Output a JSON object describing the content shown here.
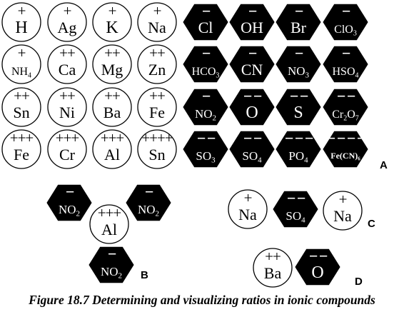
{
  "figure": {
    "caption": "Figure 18.7 Determining and visualizing ratios in ionic compounds",
    "panels": [
      {
        "label": "A"
      },
      {
        "label": "B"
      },
      {
        "label": "C"
      },
      {
        "label": "D"
      }
    ],
    "cations": [
      {
        "symbol": "H",
        "charge": "+"
      },
      {
        "symbol": "Ag",
        "charge": "+"
      },
      {
        "symbol": "K",
        "charge": "+"
      },
      {
        "symbol": "Na",
        "charge": "+"
      },
      {
        "symbol": "NH4",
        "charge": "+"
      },
      {
        "symbol": "Ca",
        "charge": "++"
      },
      {
        "symbol": "Mg",
        "charge": "++"
      },
      {
        "symbol": "Zn",
        "charge": "++"
      },
      {
        "symbol": "Sn",
        "charge": "++"
      },
      {
        "symbol": "Ni",
        "charge": "++"
      },
      {
        "symbol": "Ba",
        "charge": "++"
      },
      {
        "symbol": "Fe",
        "charge": "++"
      },
      {
        "symbol": "Fe",
        "charge": "+++"
      },
      {
        "symbol": "Cr",
        "charge": "+++"
      },
      {
        "symbol": "Al",
        "charge": "+++"
      },
      {
        "symbol": "Sn",
        "charge": "++++"
      }
    ],
    "anions": [
      {
        "symbol": "Cl",
        "charge": "−"
      },
      {
        "symbol": "OH",
        "charge": "−"
      },
      {
        "symbol": "Br",
        "charge": "−"
      },
      {
        "symbol": "ClO3",
        "charge": "−"
      },
      {
        "symbol": "HCO3",
        "charge": "−"
      },
      {
        "symbol": "CN",
        "charge": "−"
      },
      {
        "symbol": "NO3",
        "charge": "−"
      },
      {
        "symbol": "HSO4",
        "charge": "−"
      },
      {
        "symbol": "NO2",
        "charge": "−"
      },
      {
        "symbol": "O",
        "charge": "− −"
      },
      {
        "symbol": "S",
        "charge": "− −"
      },
      {
        "symbol": "Cr2O7",
        "charge": "− −"
      },
      {
        "symbol": "SO3",
        "charge": "− −"
      },
      {
        "symbol": "SO4",
        "charge": "− −"
      },
      {
        "symbol": "PO4",
        "charge": "− − −"
      },
      {
        "symbol": "Fe(CN)6",
        "charge": "− − − −"
      }
    ],
    "example_b": [
      {
        "symbol": "NO2",
        "charge": "−",
        "kind": "anion"
      },
      {
        "symbol": "NO2",
        "charge": "−",
        "kind": "anion"
      },
      {
        "symbol": "Al",
        "charge": "+++",
        "kind": "cation"
      },
      {
        "symbol": "NO2",
        "charge": "−",
        "kind": "anion"
      }
    ],
    "example_c": [
      {
        "symbol": "Na",
        "charge": "+",
        "kind": "cation"
      },
      {
        "symbol": "SO4",
        "charge": "− −",
        "kind": "anion"
      },
      {
        "symbol": "Na",
        "charge": "+",
        "kind": "cation"
      }
    ],
    "example_d": [
      {
        "symbol": "Ba",
        "charge": "++",
        "kind": "cation"
      },
      {
        "symbol": "O",
        "charge": "− −",
        "kind": "anion"
      }
    ]
  }
}
